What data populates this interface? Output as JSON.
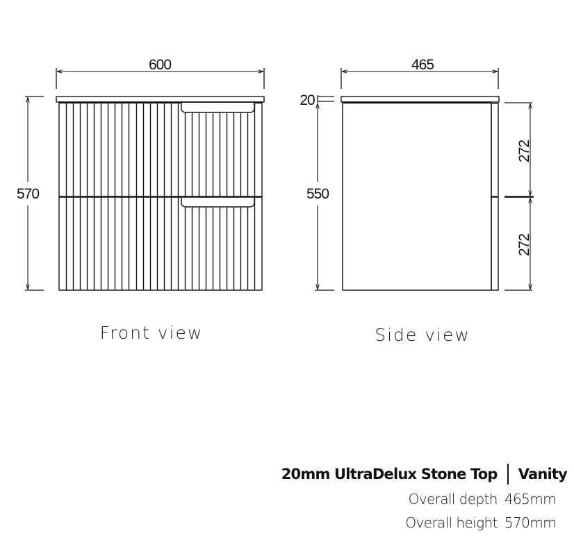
{
  "drawing": {
    "front_view": {
      "label": "Front view",
      "width_dim": "600",
      "height_dim": "570",
      "drawers": 2,
      "flute_style": "vertical fluted fronts"
    },
    "side_view": {
      "label": "Side view",
      "depth_dim": "465",
      "top_thickness_dim": "20",
      "cabinet_height_dim": "550",
      "upper_drawer_dim": "272",
      "lower_drawer_dim": "272"
    }
  },
  "spec": {
    "title": "20mm UltraDelux Stone Top",
    "subtitle": "Vanity",
    "rows": [
      {
        "label": "Overall depth",
        "value": "465mm"
      },
      {
        "label": "Overall height",
        "value": "570mm"
      }
    ]
  },
  "colors": {
    "line": "#111111",
    "background": "#ffffff"
  }
}
